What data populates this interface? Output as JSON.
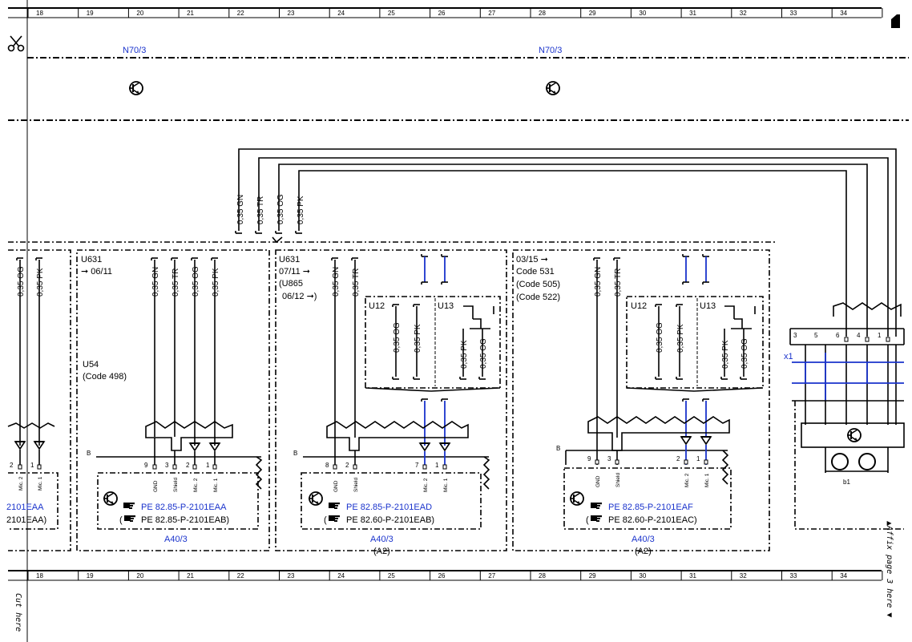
{
  "ruler": {
    "numbers": [
      "18",
      "19",
      "20",
      "21",
      "22",
      "23",
      "24",
      "25",
      "26",
      "27",
      "28",
      "29",
      "30",
      "31",
      "32",
      "33",
      "34"
    ]
  },
  "components": {
    "n70_left": "N70/3",
    "n70_right": "N70/3"
  },
  "wires_top": [
    "0,35 GN",
    "0,35 TR",
    "0,35 OG",
    "0,35 PK"
  ],
  "section1": {
    "wires": [
      "0,35 OG",
      "0,35 PK"
    ],
    "pins": [
      "2",
      "1"
    ],
    "pin_names": [
      "Mic. 2",
      "Mic. 1"
    ],
    "ref_main": "2101EAA",
    "ref_alt": "2101EAA)"
  },
  "section2": {
    "code_u631": "U631",
    "date": "06/11",
    "u54": "U54",
    "code498": "(Code 498)",
    "wires": [
      "0,35 GN",
      "0,35 TR",
      "0,35 OG",
      "0,35 PK"
    ],
    "bus": "B",
    "pins": [
      "9",
      "3",
      "2",
      "1"
    ],
    "pin_names": [
      "GND",
      "Shield",
      "Mic. 2",
      "Mic. 1"
    ],
    "ref_main": "PE 82.85-P-2101EAA",
    "ref_alt": "PE 82.85-P-2101EAB)",
    "ref_alt_open": "(",
    "component": "A40/3"
  },
  "section3": {
    "code_u631": "U631",
    "date1": "07/11",
    "u865": "(U865",
    "date2": "06/12",
    "wires": [
      "0,35 GN",
      "0,35 TR"
    ],
    "u12": "U12",
    "u13": "U13",
    "sub_wires_left": [
      "0,35 OG",
      "0,35 PK"
    ],
    "sub_wires_right": [
      "0,35 PK",
      "0,35 OG"
    ],
    "bus": "B",
    "pins": [
      "8",
      "2",
      "7",
      "1"
    ],
    "pin_names": [
      "GND",
      "Shield",
      "Mic. 2",
      "Mic. 1"
    ],
    "ref_main": "PE 82.85-P-2101EAD",
    "ref_alt": "PE 82.60-P-2101EAB)",
    "ref_alt_open": "(",
    "component": "A40/3",
    "a2": "(A2)"
  },
  "section4": {
    "date": "03/15",
    "code531": "Code 531",
    "code505": "(Code 505)",
    "code522": "(Code 522)",
    "wires": [
      "0,35 GN",
      "0,35 TR"
    ],
    "u12": "U12",
    "u13": "U13",
    "sub_wires_left": [
      "0,35 OG",
      "0,35 PK"
    ],
    "sub_wires_right": [
      "0,35 PK",
      "0,35 OG"
    ],
    "bus": "B",
    "pins": [
      "9",
      "3",
      "2",
      "1"
    ],
    "pin_names": [
      "GND",
      "Shield",
      "Mic. 2",
      "Mic. 1"
    ],
    "ref_main": "PE 82.85-P-2101EAF",
    "ref_alt": "PE 82.60-P-2101EAC)",
    "ref_alt_open": "(",
    "component": "A40/3",
    "a2": "(A2)"
  },
  "section5": {
    "connector": "x1",
    "pins": [
      "3",
      "5",
      "6",
      "4",
      "1"
    ],
    "component": "b1"
  },
  "side_text": {
    "cut_here": "Cut here",
    "affix": "▲Affix page 3 here ▼"
  },
  "colors": {
    "ref_blue": "#1a33cc",
    "line": "#000000"
  },
  "icons": [
    "scissors-icon",
    "transistor-symbol-icon",
    "hand-pointer-icon"
  ]
}
